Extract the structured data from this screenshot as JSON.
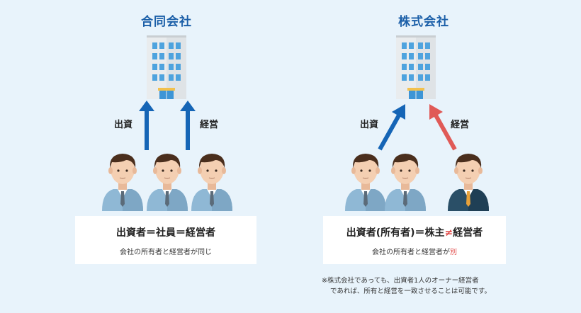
{
  "left": {
    "title": "合同会社",
    "label_invest": "出資",
    "label_manage": "経営",
    "box_main": "出資者＝社員＝経営者",
    "box_sub": "会社の所有者と経営者が同じ"
  },
  "right": {
    "title": "株式会社",
    "label_invest": "出資",
    "label_manage": "経営",
    "box_main_a": "出資者(所有者)＝株主",
    "box_main_neq": "≠",
    "box_main_b": "経営者",
    "box_sub_a": "会社の所有者と経営者が",
    "box_sub_diff": "別",
    "note_line1": "※株式会社であっても、出資者1人のオーナー経営者",
    "note_line2": "であれば、所有と経営を一致させることは可能です。"
  },
  "colors": {
    "title": "#1b5fa8",
    "arrow_blue": "#1565b6",
    "arrow_red": "#e05a57",
    "suit_light": "#8fb8d5",
    "suit_dark": "#274c64",
    "building": "#d9dde1",
    "window": "#4ea3de"
  },
  "icons": [
    "building-icon",
    "person-icon",
    "arrow-icon"
  ]
}
